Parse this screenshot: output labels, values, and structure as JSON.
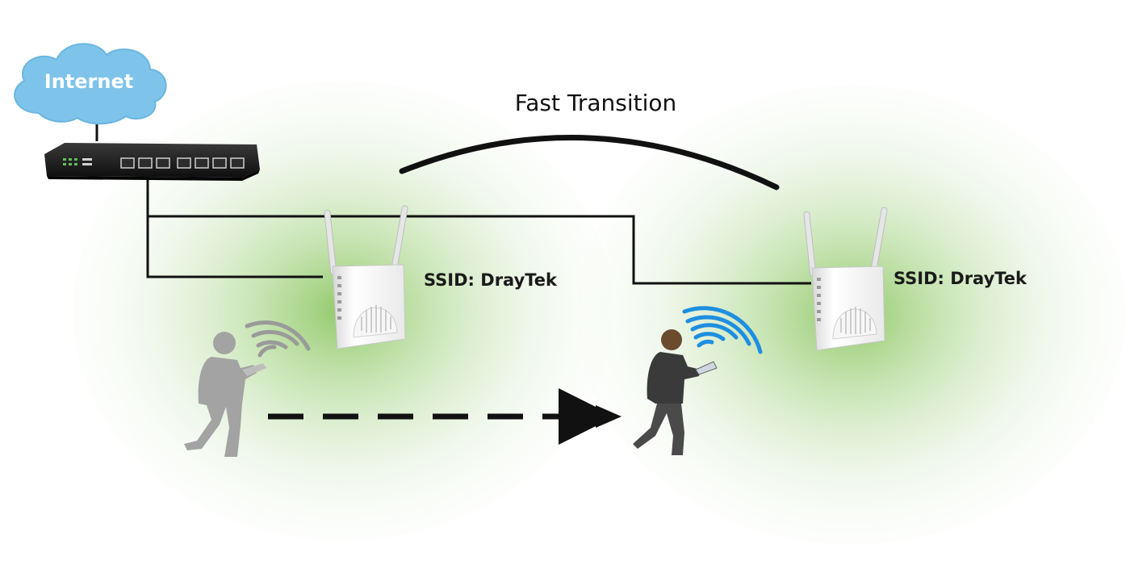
{
  "internet": {
    "label": "Internet"
  },
  "fast_transition": {
    "label": "Fast Transition"
  },
  "access_points": [
    {
      "ssid_label": "SSID: DrayTek"
    },
    {
      "ssid_label": "SSID: DrayTek"
    }
  ],
  "colors": {
    "cloud": "#7ec4ea",
    "coverage": "#8cc860",
    "signal_old": "#9a9a9a",
    "signal_new": "#1e8fe0",
    "line": "#111111",
    "router": "#1a1a1a"
  },
  "icons": {
    "cloud": "cloud-icon",
    "router": "router-icon",
    "access_point": "wireless-access-point-icon",
    "user": "person-with-phone-icon",
    "wifi": "wifi-signal-icon"
  }
}
